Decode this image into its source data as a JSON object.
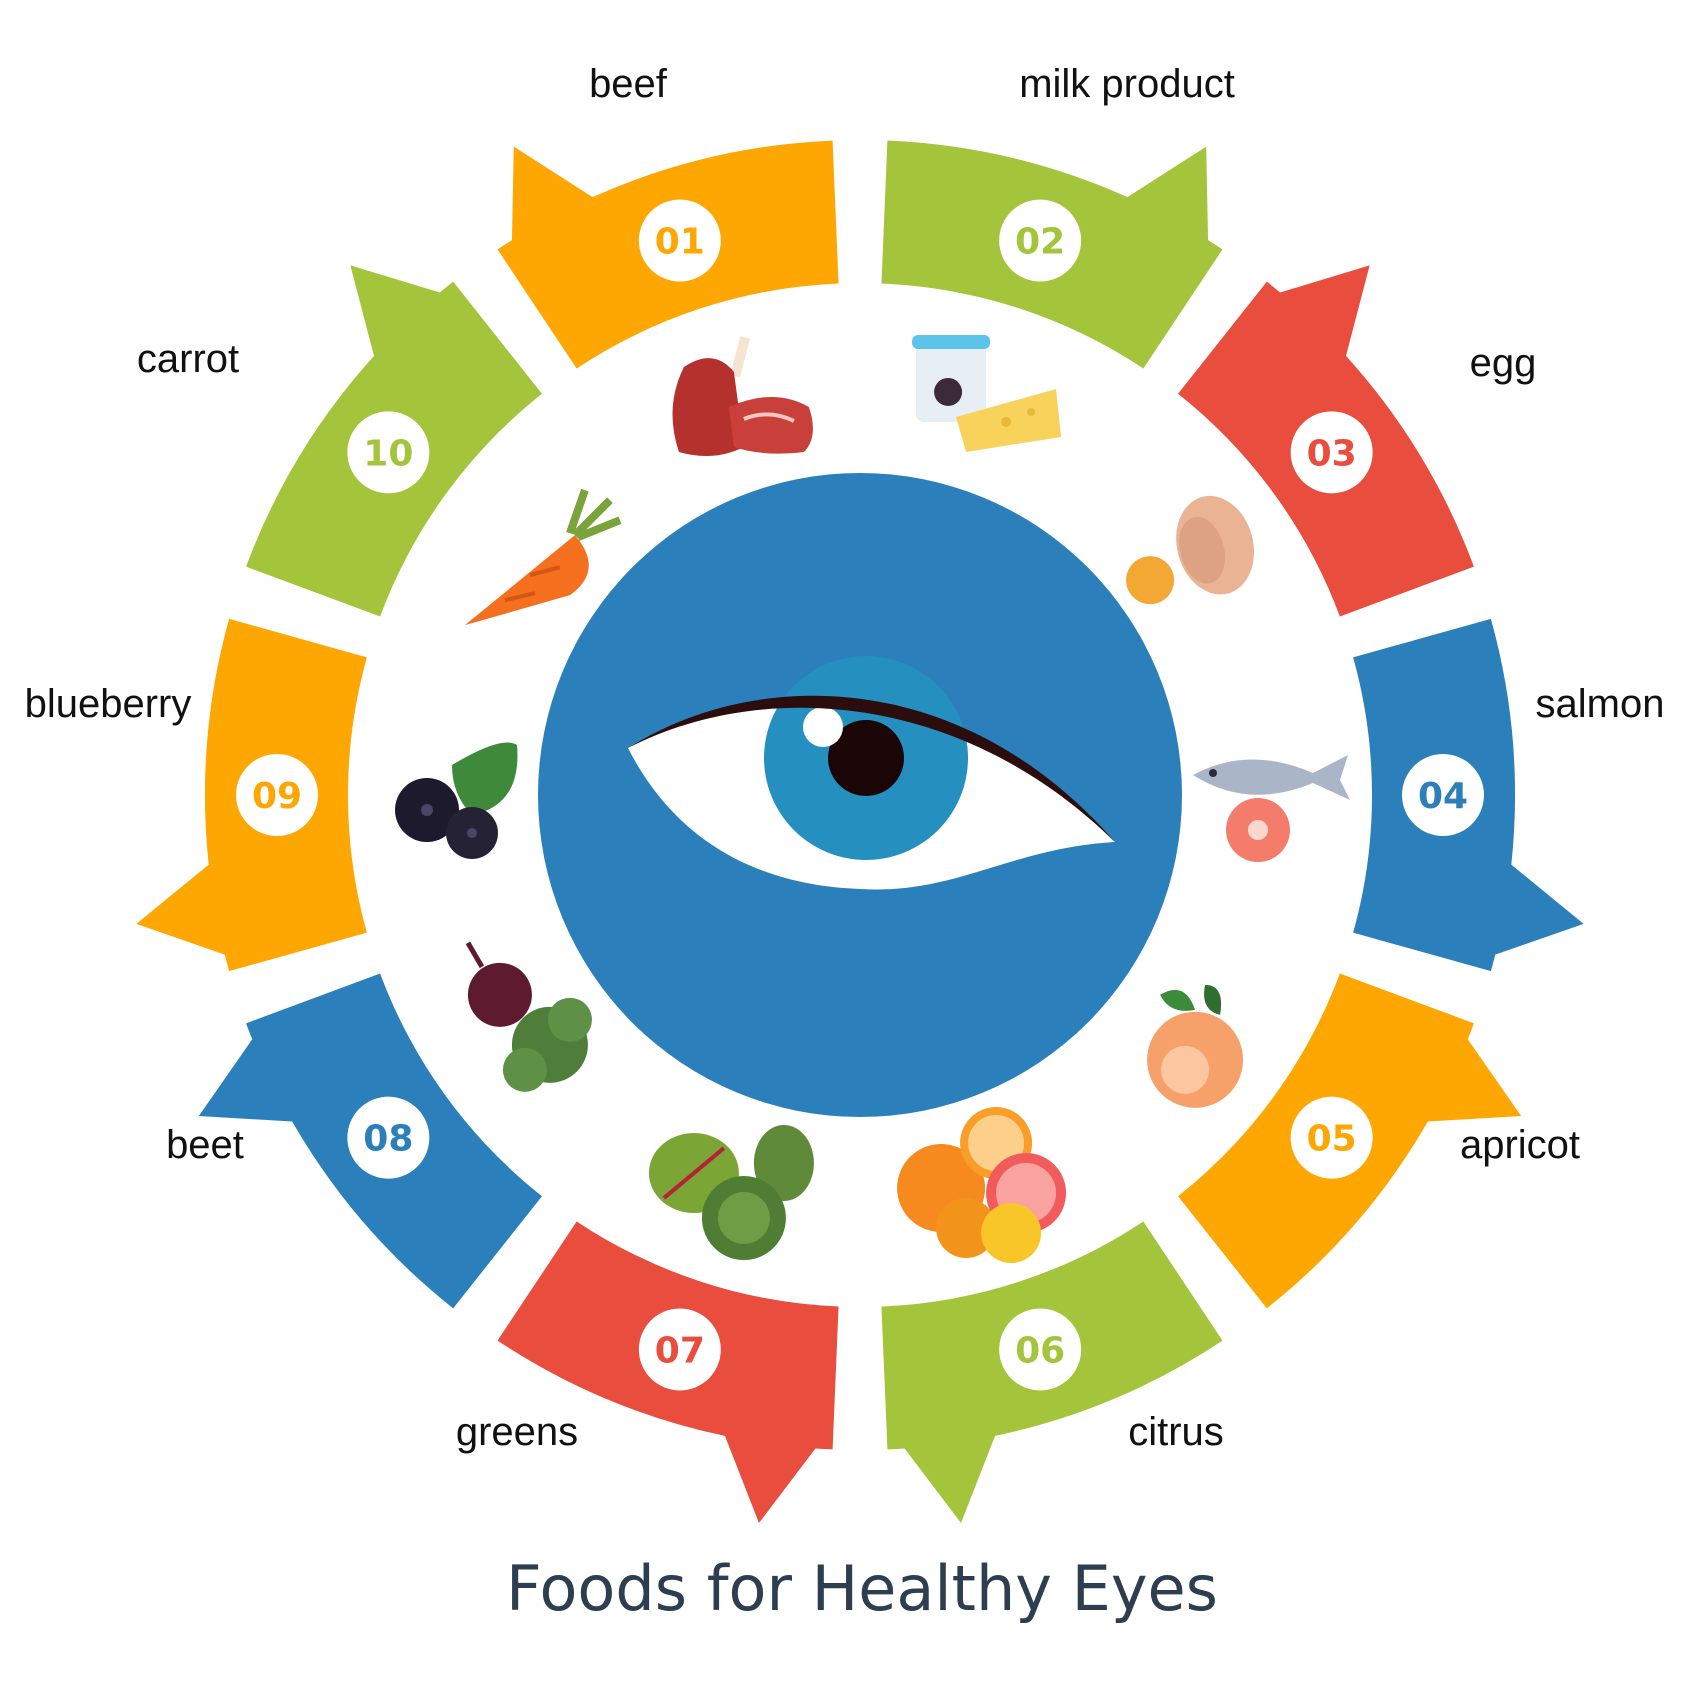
{
  "title": "Foods for Healthy Eyes",
  "colors": {
    "orange": "#fea602",
    "green": "#a4c43b",
    "red": "#e84d3d",
    "blue": "#2b7fba",
    "title": "#2c3e50",
    "iris": "#2590bf",
    "eyelash": "#2b0d0d"
  },
  "items": [
    {
      "number": "01",
      "label": "beef",
      "color": "orange",
      "icon": "beef-icon"
    },
    {
      "number": "02",
      "label": "milk product",
      "color": "green",
      "icon": "milk-product-icon"
    },
    {
      "number": "03",
      "label": "egg",
      "color": "red",
      "icon": "egg-icon"
    },
    {
      "number": "04",
      "label": "salmon",
      "color": "blue",
      "icon": "salmon-icon"
    },
    {
      "number": "05",
      "label": "apricot",
      "color": "orange",
      "icon": "apricot-icon"
    },
    {
      "number": "06",
      "label": "citrus",
      "color": "green",
      "icon": "citrus-icon"
    },
    {
      "number": "07",
      "label": "greens",
      "color": "red",
      "icon": "greens-icon"
    },
    {
      "number": "08",
      "label": "beet",
      "color": "blue",
      "icon": "beet-icon"
    },
    {
      "number": "09",
      "label": "blueberry",
      "color": "orange",
      "icon": "blueberry-icon"
    },
    {
      "number": "10",
      "label": "carrot",
      "color": "green",
      "icon": "carrot-icon"
    }
  ],
  "center": {
    "icon": "eye-icon"
  }
}
